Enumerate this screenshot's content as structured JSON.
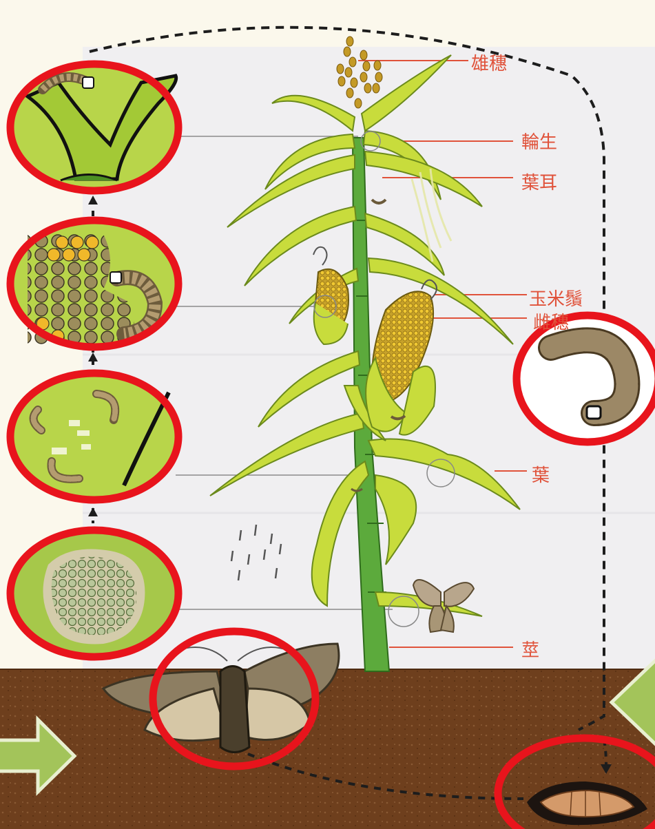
{
  "labels": {
    "tassel": "雄穗",
    "whorl": "輪生",
    "leaf_auricle": "葉耳",
    "silk": "玉米鬚",
    "ear": "雌穗",
    "leaf": "葉",
    "stem": "莖"
  },
  "colors": {
    "highlight_ring": "#e8141c",
    "label_line": "#e0523a",
    "leaf_green": "#c8dc3c",
    "stalk_green": "#5caa3c",
    "soil_brown": "#6e3f1d",
    "larva_brown": "#8d7a58",
    "arrow_green": "#a3c45a"
  },
  "icons": [
    "larva-icon",
    "egg-mass-icon",
    "moth-icon",
    "pupa-icon",
    "corn-ear-icon",
    "arrow-right-icon",
    "arrow-left-icon"
  ]
}
